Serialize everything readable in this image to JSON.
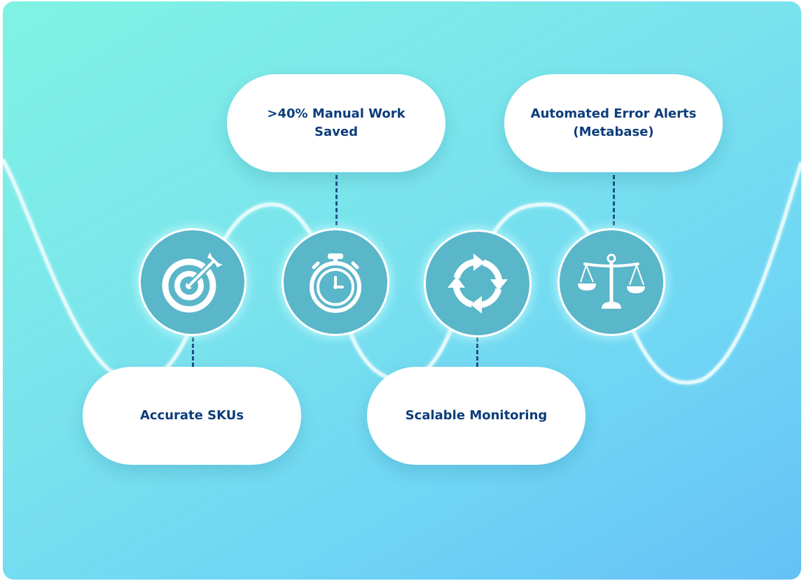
{
  "colors": {
    "circle": "#5ab6c9",
    "pill_text": "#0d3d7a",
    "connector": "#1d4f86",
    "wave": "#e6fbfd"
  },
  "pills": [
    {
      "name": "pill-manual-work-saved",
      "lines": [
        ">40% Manual Work",
        "Saved"
      ]
    },
    {
      "name": "pill-automated-error-alerts",
      "lines": [
        "Automated Error Alerts",
        "(Metabase)"
      ]
    },
    {
      "name": "pill-accurate-skus",
      "lines": [
        "Accurate SKUs"
      ]
    },
    {
      "name": "pill-scalable-monitoring",
      "lines": [
        "Scalable Monitoring"
      ]
    }
  ],
  "icons": [
    {
      "name": "target-icon"
    },
    {
      "name": "stopwatch-icon"
    },
    {
      "name": "refresh-cycle-icon"
    },
    {
      "name": "balance-scale-icon"
    }
  ]
}
